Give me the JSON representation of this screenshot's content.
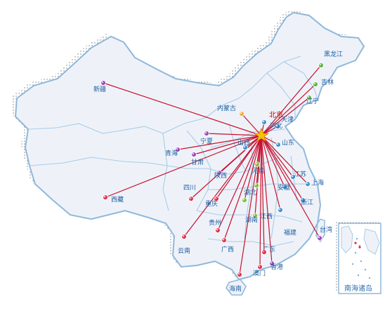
{
  "map": {
    "hub": {
      "label": "北京",
      "label_color": "#d40000",
      "line_color": "#c8102e"
    },
    "provinces": [
      {
        "id": "heilongjiang",
        "label": "黑龙江",
        "color": "#55b531"
      },
      {
        "id": "jilin",
        "label": "吉林",
        "color": "#55b531"
      },
      {
        "id": "liaoning",
        "label": "辽宁",
        "color": "#55b531"
      },
      {
        "id": "neimenggu",
        "label": "内蒙古",
        "color": "#f0a830"
      },
      {
        "id": "tianjin",
        "label": "天津",
        "color": "#3a8fd0"
      },
      {
        "id": "hebei",
        "label": "河北",
        "color": "#3a8fd0"
      },
      {
        "id": "shandong",
        "label": "山东",
        "color": "#3a8fd0"
      },
      {
        "id": "shanxi",
        "label": "山西",
        "color": "#3a8fd0"
      },
      {
        "id": "xinjiang",
        "label": "新疆",
        "color": "#a43fb9"
      },
      {
        "id": "ningxia",
        "label": "宁夏",
        "color": "#a43fb9"
      },
      {
        "id": "qinghai",
        "label": "青海",
        "color": "#a43fb9"
      },
      {
        "id": "gansu",
        "label": "甘肃",
        "color": "#a43fb9"
      },
      {
        "id": "shaanxi",
        "label": "陕西",
        "color": "#a43fb9"
      },
      {
        "id": "xizang",
        "label": "西藏",
        "color": "#e0304a"
      },
      {
        "id": "sichuan",
        "label": "四川",
        "color": "#e0304a"
      },
      {
        "id": "chongqing",
        "label": "重庆",
        "color": "#e0304a"
      },
      {
        "id": "guizhou",
        "label": "贵州",
        "color": "#e0304a"
      },
      {
        "id": "yunnan",
        "label": "云南",
        "color": "#e0304a"
      },
      {
        "id": "guangxi",
        "label": "广西",
        "color": "#e0304a"
      },
      {
        "id": "hainan",
        "label": "海南",
        "color": "#e0304a"
      },
      {
        "id": "guangdong",
        "label": "广东",
        "color": "#e0304a"
      },
      {
        "id": "henan",
        "label": "河南",
        "color": "#7cbf2a"
      },
      {
        "id": "hubei",
        "label": "湖北",
        "color": "#7cbf2a"
      },
      {
        "id": "hunan",
        "label": "湖南",
        "color": "#7cbf2a"
      },
      {
        "id": "jiangxi",
        "label": "江西",
        "color": "#7cbf2a"
      },
      {
        "id": "anhui",
        "label": "安徽",
        "color": "#3a8fd0"
      },
      {
        "id": "jiangsu",
        "label": "江苏",
        "color": "#3a8fd0"
      },
      {
        "id": "shanghai",
        "label": "上海",
        "color": "#3a8fd0"
      },
      {
        "id": "zhejiang",
        "label": "浙江",
        "color": "#3a8fd0"
      },
      {
        "id": "fujian",
        "label": "福建",
        "color": "#3a8fd0"
      },
      {
        "id": "taiwan",
        "label": "台湾",
        "color": "#a43fb9"
      },
      {
        "id": "xianggang",
        "label": "香港",
        "color": "#a43fb9"
      },
      {
        "id": "aomen",
        "label": "澳门",
        "color": "#e0304a"
      }
    ],
    "inset_label": "南海诸岛"
  }
}
